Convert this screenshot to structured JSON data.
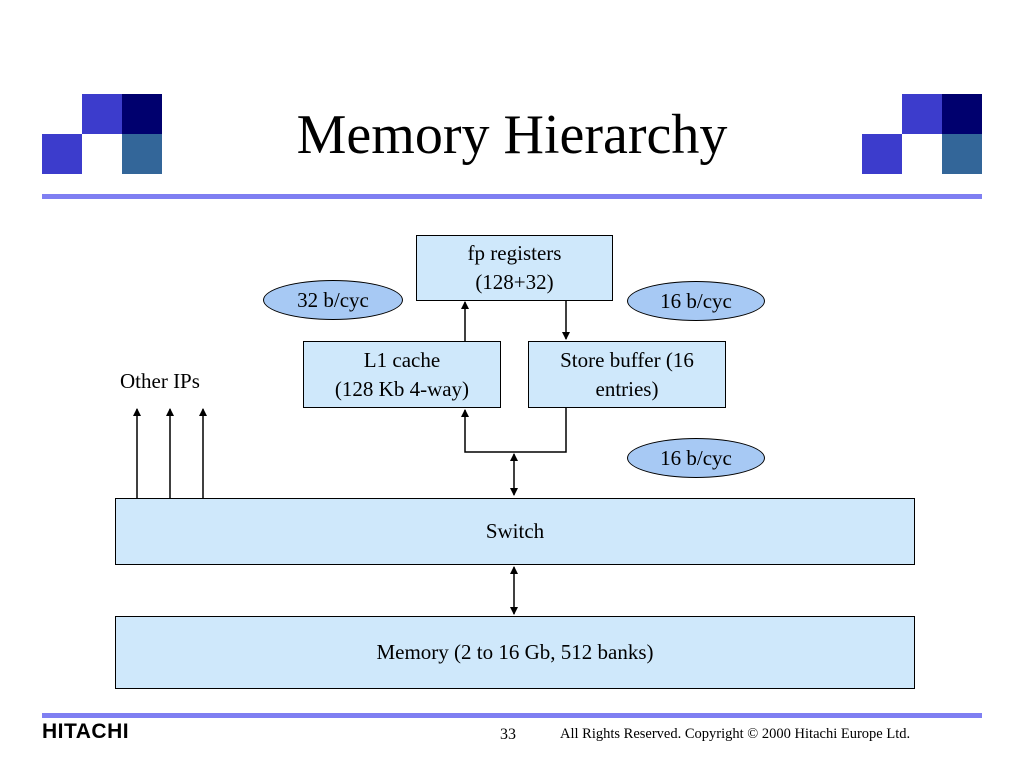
{
  "slide": {
    "title": "Memory Hierarchy",
    "page_number": "33",
    "copyright": "All Rights Reserved. Copyright © 2000 Hitachi Europe Ltd.",
    "brand": "HITACHI"
  },
  "diagram": {
    "fp_registers": [
      "fp registers",
      "(128+32)"
    ],
    "l1_cache": [
      "L1 cache",
      "(128 Kb 4-way)"
    ],
    "store_buffer": [
      "Store buffer (16",
      "entries)"
    ],
    "switch": "Switch",
    "memory": "Memory (2 to 16 Gb, 512 banks)",
    "other_ips": "Other IPs",
    "bw_l1_to_regs": "32 b/cyc",
    "bw_regs_to_store": "16 b/cyc",
    "bw_store_to_switch": "16 b/cyc"
  },
  "colors": {
    "box_fill": "#cfe8fb",
    "pill_fill": "#a7c9f4",
    "rule": "#7f7ff2",
    "logo_blue": "#3c3ccc",
    "logo_navy": "#00006e",
    "logo_steel": "#336699"
  }
}
